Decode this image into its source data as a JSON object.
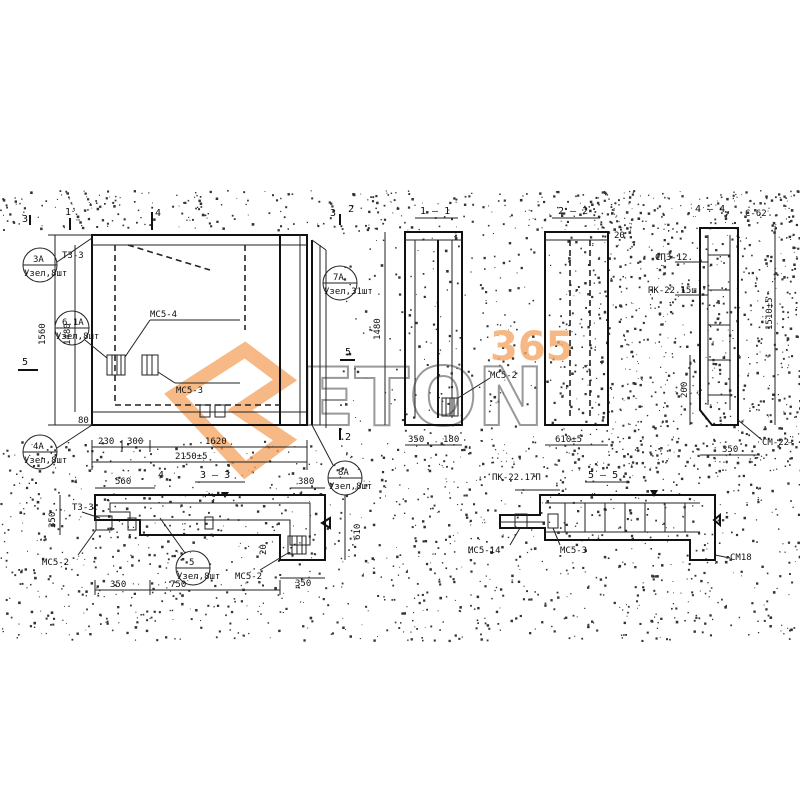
{
  "colors": {
    "ink": "#111111",
    "watermark": "#f4a15c"
  },
  "watermark": {
    "text": "ETON",
    "num": "365"
  },
  "sections": {
    "s11": "1 — 1",
    "s22": "2 — 2",
    "s33": "3 — 3",
    "s44": "4 — 4",
    "s55": "5 — 5"
  },
  "marks": {
    "m1": "1",
    "m2": "2",
    "m3": "3",
    "m4": "4",
    "m5": "5",
    "mcs4": "МС5-4",
    "mcs3": "МС5-3",
    "mcs2": "МС5-2",
    "mcs2b": "МС5-2",
    "mcs2c": "МС5-2",
    "mcs14": "МС5-14",
    "mcs3b": "МС5-3",
    "t3a": "Т3-3",
    "t3b": "Т3-3",
    "pk1": "ПК-22.15ш",
    "pk2": "ПК-22.17П",
    "sp": "СПЗ-12.",
    "sm22": "СМ-22",
    "sm18": "СМ18",
    "c62": "С-62"
  },
  "bubbles": {
    "b3a": "3А",
    "b3a_s": "Узел,8шт",
    "b61a": "6.1А",
    "b61a_s": "Узел,8шт",
    "b4a": "4А",
    "b4a_s": "Узел,8шт",
    "b8a": "8А",
    "b8a_s": "Узел,8шт",
    "b7a": "7А",
    "b7a_s": "Узел,31шт",
    "b5": "5",
    "b5_s": "Узел,8шт"
  },
  "dims": {
    "d1560": "1560",
    "d1480a": "1480",
    "d1480b": "1480",
    "d1510": "1510±5",
    "d230": "230",
    "d300": "300",
    "d1620": "1620",
    "d2150": "2150±5",
    "d350a": "350",
    "d180": "180",
    "d610": "610±5",
    "d350b": "350",
    "d200": "200",
    "d20": "20",
    "d80": "80",
    "d560": "560",
    "d380": "380",
    "d350c": "350",
    "d610b": "610",
    "d350d": "350",
    "d750": "750",
    "d350e": "350",
    "d20b": "20"
  }
}
